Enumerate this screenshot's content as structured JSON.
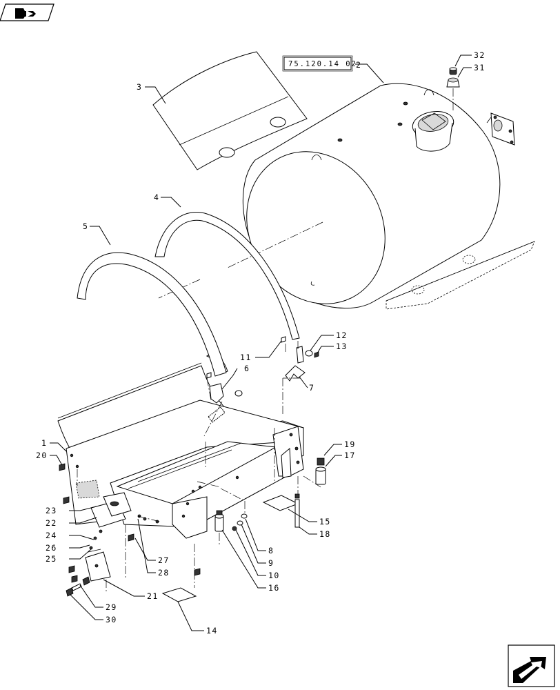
{
  "reference_box": "75.120.14 02",
  "callouts": [
    {
      "id": "c1",
      "text": "1"
    },
    {
      "id": "c2",
      "text": "2"
    },
    {
      "id": "c3",
      "text": "3"
    },
    {
      "id": "c4",
      "text": "4"
    },
    {
      "id": "c5",
      "text": "5"
    },
    {
      "id": "c6",
      "text": "6"
    },
    {
      "id": "c7",
      "text": "7"
    },
    {
      "id": "c8",
      "text": "8"
    },
    {
      "id": "c9",
      "text": "9"
    },
    {
      "id": "c10",
      "text": "10"
    },
    {
      "id": "c11",
      "text": "11"
    },
    {
      "id": "c12",
      "text": "12"
    },
    {
      "id": "c13",
      "text": "13"
    },
    {
      "id": "c14",
      "text": "14"
    },
    {
      "id": "c15",
      "text": "15"
    },
    {
      "id": "c16",
      "text": "16"
    },
    {
      "id": "c17",
      "text": "17"
    },
    {
      "id": "c18",
      "text": "18"
    },
    {
      "id": "c19",
      "text": "19"
    },
    {
      "id": "c20",
      "text": "20"
    },
    {
      "id": "c21",
      "text": "21"
    },
    {
      "id": "c22",
      "text": "22"
    },
    {
      "id": "c23",
      "text": "23"
    },
    {
      "id": "c24",
      "text": "24"
    },
    {
      "id": "c25",
      "text": "25"
    },
    {
      "id": "c26",
      "text": "26"
    },
    {
      "id": "c27",
      "text": "27"
    },
    {
      "id": "c28",
      "text": "28"
    },
    {
      "id": "c29",
      "text": "29"
    },
    {
      "id": "c30",
      "text": "30"
    },
    {
      "id": "c31",
      "text": "31"
    },
    {
      "id": "c32",
      "text": "32"
    }
  ],
  "icons": {
    "top_left": "back-navigation-icon",
    "bottom_right": "next-page-icon"
  }
}
